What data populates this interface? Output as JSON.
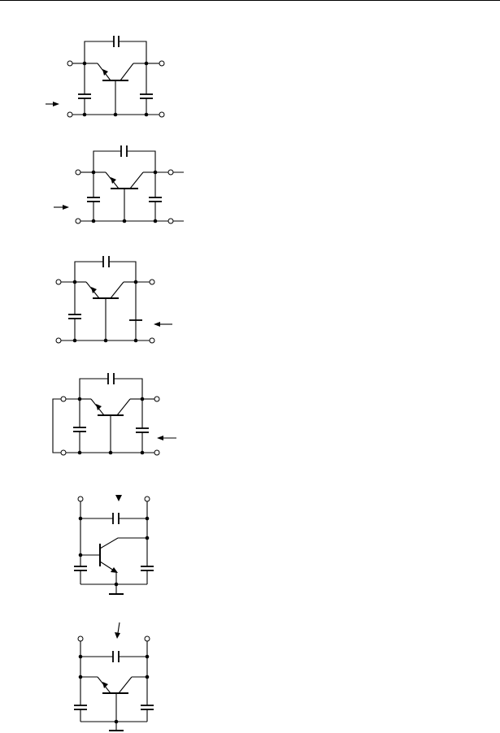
{
  "page": {
    "header_rule": true
  },
  "circuits": [
    {
      "id": "circuit-1",
      "variant": "common-base",
      "input_arrow": "left"
    },
    {
      "id": "circuit-2",
      "variant": "common-base",
      "input_arrow": "left"
    },
    {
      "id": "circuit-3",
      "variant": "common-base",
      "input_arrow": "right"
    },
    {
      "id": "circuit-4",
      "variant": "common-base-looped",
      "input_arrow": "right"
    },
    {
      "id": "circuit-5",
      "variant": "common-emitter-grounded",
      "input_arrow": "top"
    },
    {
      "id": "circuit-6",
      "variant": "common-base-grounded",
      "input_arrow": "top"
    }
  ]
}
